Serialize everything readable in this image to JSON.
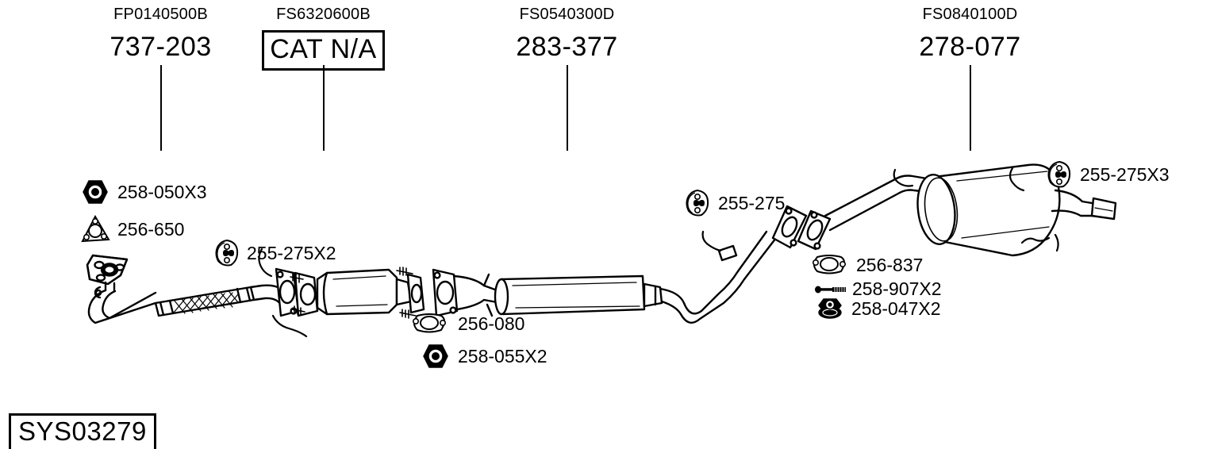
{
  "diagram": {
    "type": "exhaust-system-schematic",
    "system_id": "SYS03279",
    "stroke_color": "#000000",
    "background_color": "#ffffff"
  },
  "assemblies": [
    {
      "ref_code": "FP0140500B",
      "part_number": "737-203",
      "boxed": false,
      "component": "front-pipe"
    },
    {
      "ref_code": "FS6320600B",
      "part_number": "CAT N/A",
      "boxed": true,
      "component": "catalytic-converter"
    },
    {
      "ref_code": "FS0540300D",
      "part_number": "283-377",
      "boxed": false,
      "component": "centre-silencer"
    },
    {
      "ref_code": "FS0840100D",
      "part_number": "278-077",
      "boxed": false,
      "component": "rear-silencer"
    }
  ],
  "callouts": [
    {
      "code": "258-050X3",
      "icon": "hex-nut-icon"
    },
    {
      "code": "256-650",
      "icon": "triangular-gasket-icon"
    },
    {
      "code": "255-275X2",
      "icon": "rubber-hanger-icon"
    },
    {
      "code": "255-275",
      "icon": "rubber-hanger-icon"
    },
    {
      "code": "255-275X3",
      "icon": "rubber-hanger-icon"
    },
    {
      "code": "256-080",
      "icon": "oval-gasket-icon"
    },
    {
      "code": "258-055X2",
      "icon": "hex-nut-icon"
    },
    {
      "code": "256-837",
      "icon": "oval-gasket-icon"
    },
    {
      "code": "258-907X2",
      "icon": "bolt-icon"
    },
    {
      "code": "258-047X2",
      "icon": "flange-nut-icon"
    }
  ]
}
